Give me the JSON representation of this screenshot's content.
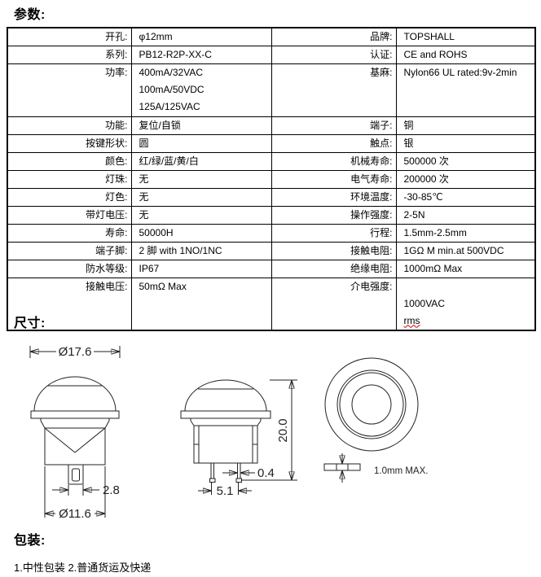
{
  "headings": {
    "params": "参数:",
    "dims": "尺寸:",
    "packing": "包装:"
  },
  "packing_note": "1.中性包装 2.普通货运及快递",
  "colors": {
    "text": "#000000",
    "line": "#222222",
    "spellcheck_underline": "#cc0000"
  },
  "table": {
    "rows": [
      {
        "l_label": "开孔:",
        "l_value": "φ12mm",
        "r_label": "品牌:",
        "r_value": "TOPSHALL"
      },
      {
        "l_label": "系列:",
        "l_value": "PB12-R2P-XX-C",
        "r_label": "认证:",
        "r_value": "CE and ROHS"
      },
      {
        "l_label": "功率:",
        "l_value": "400mA/32VAC\n100mA/50VDC\n125A/125VAC",
        "r_label": "基麻:",
        "r_value": "Nylon66 UL rated:9v-2min"
      },
      {
        "l_label": "功能:",
        "l_value": "复位/自锁",
        "r_label": "端子:",
        "r_value": "铜"
      },
      {
        "l_label": "按键形状:",
        "l_value": "圆",
        "r_label": "触点:",
        "r_value": "银"
      },
      {
        "l_label": "颜色:",
        "l_value": "红/绿/蓝/黄/白",
        "r_label": "机械寿命:",
        "r_value": "500000 次"
      },
      {
        "l_label": "灯珠:",
        "l_value": "无",
        "r_label": "电气寿命:",
        "r_value": "200000 次"
      },
      {
        "l_label": "灯色:",
        "l_value": "无",
        "r_label": "环境温度:",
        "r_value": "-30-85℃"
      },
      {
        "l_label": "带灯电压:",
        "l_value": "无",
        "r_label": "操作强度:",
        "r_value": "2-5N"
      },
      {
        "l_label": "寿命:",
        "l_value": "50000H",
        "r_label": "行程:",
        "r_value": "1.5mm-2.5mm"
      },
      {
        "l_label": "端子脚:",
        "l_value": "2 脚  with 1NO/1NC",
        "r_label": "接触电阻:",
        "r_value": "1GΩ M min.at 500VDC"
      },
      {
        "l_label": "防水等级:",
        "l_value": "IP67",
        "r_label": "绝缘电阻:",
        "r_value": "1000mΩ Max"
      },
      {
        "l_label": "接触电压:",
        "l_value": "50mΩ Max",
        "r_label": "介电强度:",
        "r_value": "1000VAC",
        "r_value_rms": "rms"
      }
    ]
  },
  "drawing": {
    "dim_top_diameter": "Ø17.6",
    "dim_terminal_width": "2.8",
    "dim_body_diameter": "Ø11.6",
    "dim_total_height": "20.0",
    "dim_pin_width": "0.4",
    "dim_pin_pitch": "5.1",
    "panel_thickness": "1.0mm MAX."
  }
}
